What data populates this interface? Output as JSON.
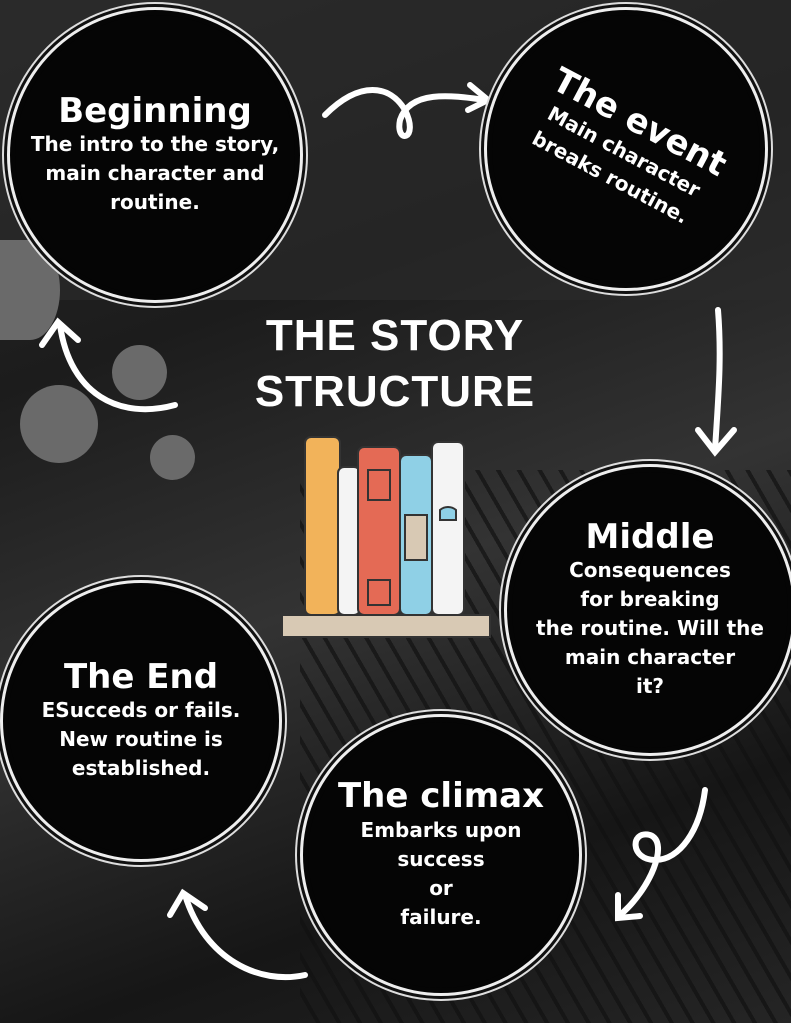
{
  "title": {
    "line1": "THE STORY",
    "line2": "STRUCTURE"
  },
  "stages": [
    {
      "title": "Beginning",
      "description": "The intro to the story,\nmain character and\nroutine."
    },
    {
      "title": "The event",
      "description": "Main character\nbreaks routine."
    },
    {
      "title": "Middle",
      "description": "Consequences\nfor breaking\nthe routine. Will the\nmain character\nit?"
    },
    {
      "title": "The climax",
      "description": "Embarks upon\nsuccess\nor\nfailure."
    },
    {
      "title": "The End",
      "description": "ESucceds or fails.\nNew routine is\nestablished."
    }
  ],
  "colors": {
    "background": "#222222",
    "circle": "#050505",
    "text": "#ffffff",
    "book_orange": "#f2b35a",
    "book_red": "#e46a55",
    "book_blue": "#8fd0e6",
    "shelf": "#d8c9b4"
  }
}
